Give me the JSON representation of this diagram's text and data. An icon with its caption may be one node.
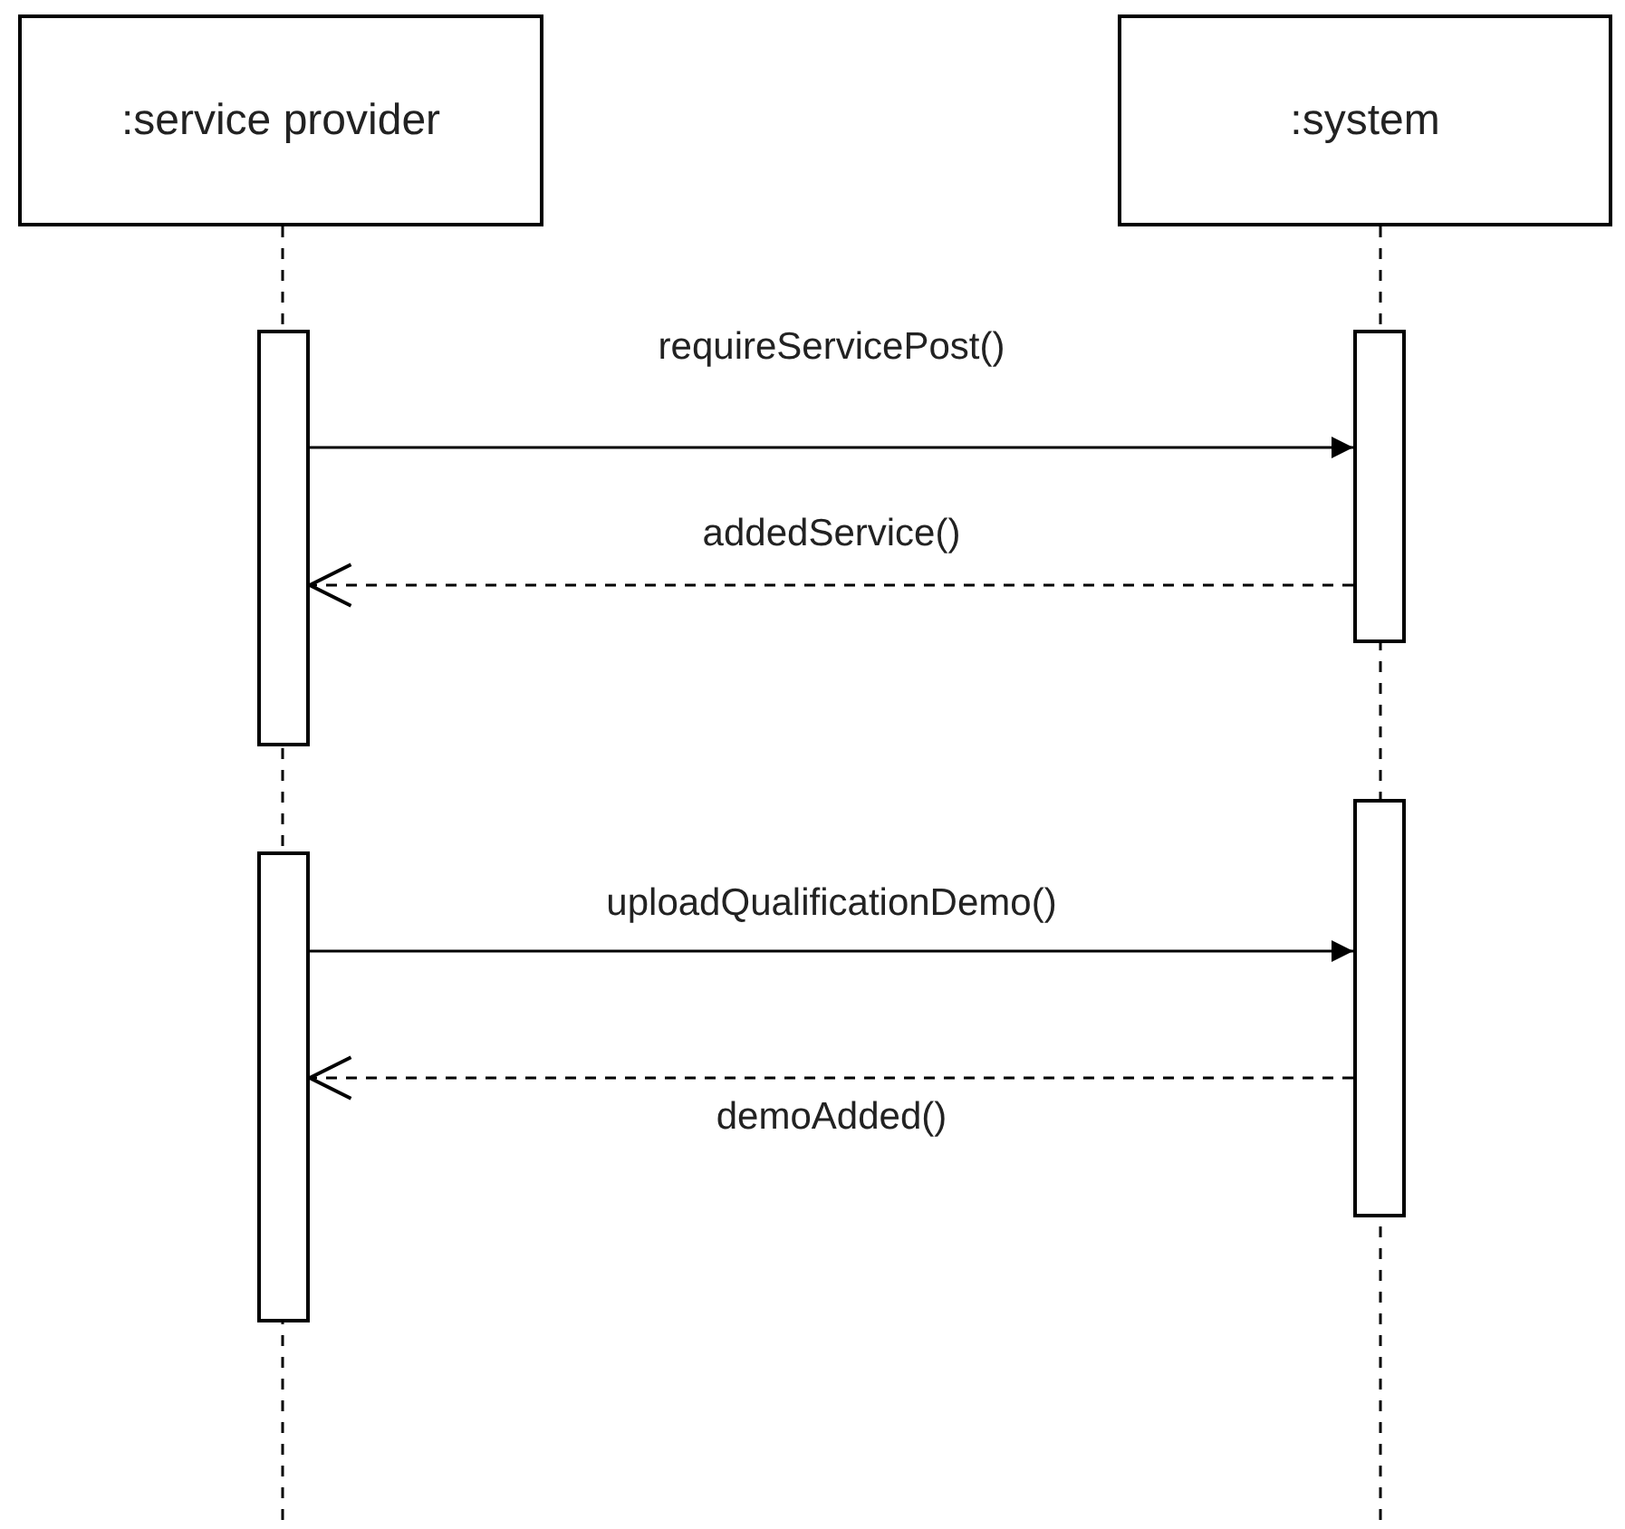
{
  "diagram": {
    "nodes": [
      {
        "text": [
          ":service provider"
        ]
      },
      {
        "text": [
          ":system"
        ]
      },
      {
        "text": [],
        "shape": "bar"
      },
      {
        "text": [],
        "shape": "bar"
      },
      {
        "text": [],
        "shape": "bar"
      },
      {
        "text": [],
        "shape": "bar"
      }
    ],
    "edges": [
      {
        "from": 2,
        "to": 3,
        "arrow": "to",
        "label": "requireServicePost()"
      },
      {
        "from": 3,
        "to": 2,
        "arrow": "to",
        "label": "addedService()",
        "style": "dashed"
      },
      {
        "from": 5,
        "to": 4,
        "arrow": "to",
        "label": "uploadQualificationDemo()"
      },
      {
        "from": 4,
        "to": 5,
        "arrow": "to",
        "label": "demoAdded()",
        "style": "dashed"
      }
    ]
  }
}
